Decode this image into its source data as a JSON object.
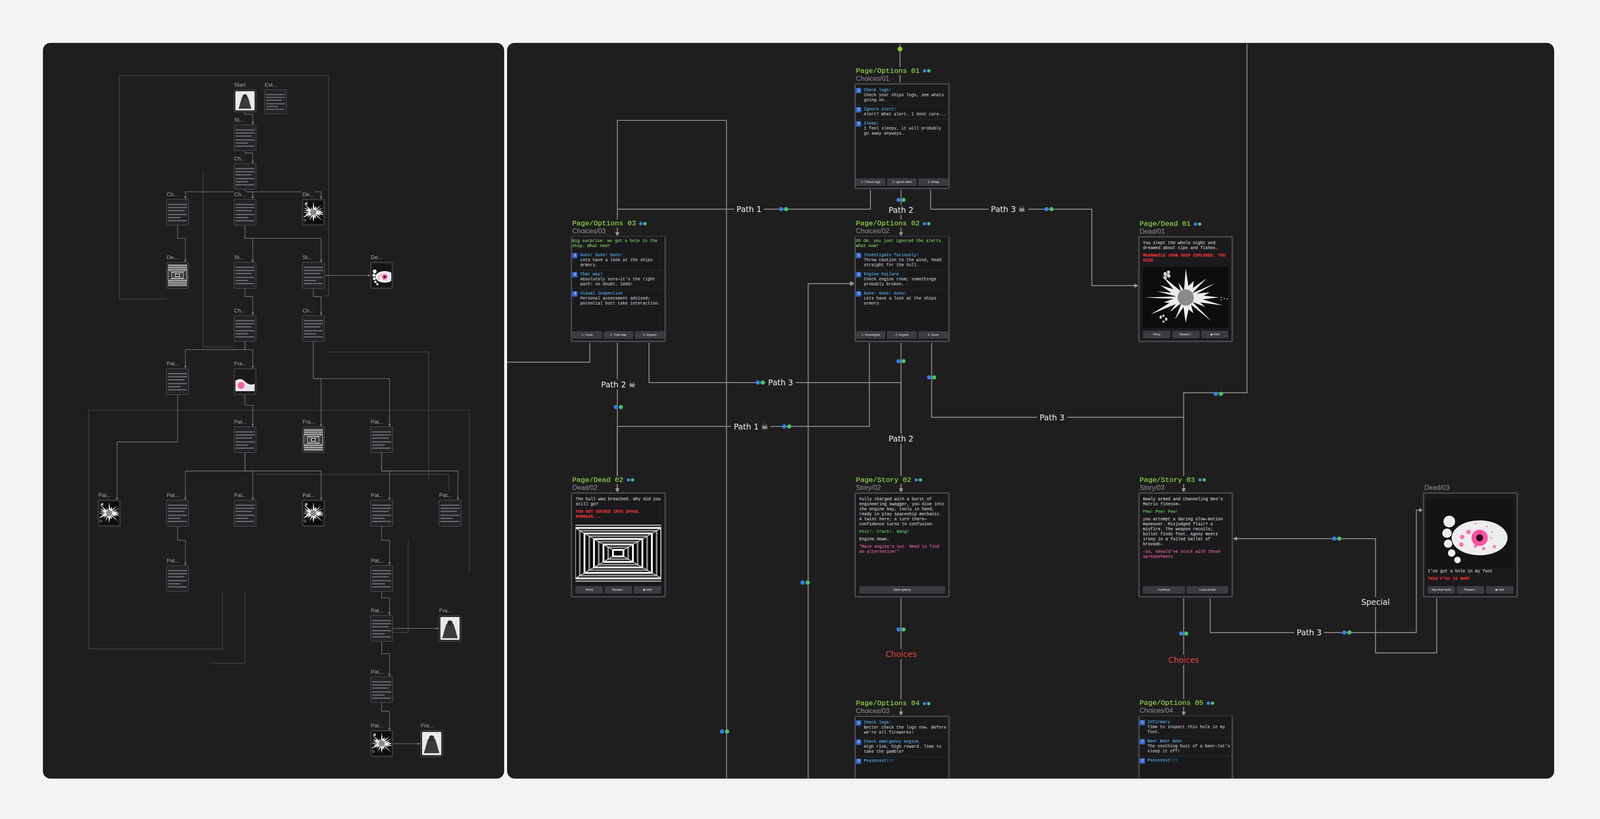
{
  "diagram": {
    "nodes": [
      {
        "text": [
          "Start"
        ]
      },
      {
        "text": [
          "Ext..."
        ]
      },
      {
        "text": [
          "St..."
        ]
      },
      {
        "text": [
          "Ch..."
        ]
      },
      {
        "text": [
          "Ch..."
        ]
      },
      {
        "text": [
          "Ch..."
        ]
      },
      {
        "text": [
          "De..."
        ]
      },
      {
        "text": [
          "De..."
        ]
      },
      {
        "text": [
          "St..."
        ]
      },
      {
        "text": [
          "St..."
        ]
      },
      {
        "text": [
          "De..."
        ]
      },
      {
        "text": [
          "Ch..."
        ]
      },
      {
        "text": [
          "Ch..."
        ]
      },
      {
        "text": [
          "Pat..."
        ]
      },
      {
        "text": [
          "Fra..."
        ]
      },
      {
        "text": [
          "Pat..."
        ]
      },
      {
        "text": [
          "Fra..."
        ]
      },
      {
        "text": [
          "Pat..."
        ]
      },
      {
        "text": [
          "Pat..."
        ]
      },
      {
        "text": [
          "Pat..."
        ]
      },
      {
        "text": [
          "Pat..."
        ]
      },
      {
        "text": [
          "Pat..."
        ]
      },
      {
        "text": [
          "Pat..."
        ]
      },
      {
        "text": [
          "Pat..."
        ]
      },
      {
        "text": [
          "Pat..."
        ]
      },
      {
        "text": [
          "Pat..."
        ]
      },
      {
        "text": [
          "Pat..."
        ]
      },
      {
        "text": [
          "Fra..."
        ]
      },
      {
        "text": [
          "Pat..."
        ]
      },
      {
        "text": [
          "Pat..."
        ]
      },
      {
        "text": [
          "Fra..."
        ]
      },
      {
        "text": [
          "Page/Options 01",
          "Choices/01",
          "1",
          "Check logs:",
          "Check your ships logs, see whats going on.",
          "2",
          "Ignore Alert:",
          "Alert? What alert. I dont care...",
          "3",
          "Sleep:",
          "I feel sleepy, it will probably go away anyways.",
          "1. Check logs",
          "2. Ignore alert",
          "3. Sleep"
        ]
      },
      {
        "text": [
          "Page/Options 03",
          "Choices/03",
          "Big surprise: we got a hole in the ship. What now?",
          "1",
          "Guns! Guns! Guns!",
          "Lets have a look at the ships armory.",
          "2",
          "That way!",
          "Absolutely sure—it's the right path: no doubt. 100%!",
          "3",
          "Visual inspection",
          "Personal assessment advised; potential butt take interaction.",
          "1. Guns",
          "2. That way",
          "3. Inspect"
        ]
      },
      {
        "text": [
          "Page/Options 02",
          "Choices/02",
          "Oh Ok: you just ignored the alerts. What now?",
          "1",
          "Investigate furiously!",
          "Throw caution to the wind, head straight for the hull.",
          "2",
          "Engine Failure",
          "Check engine room; somethings probably broken.",
          "3",
          "Guns! Guns! Guns!",
          "Lets have a look at the ships armory.",
          "1. Investigate",
          "2. Engine",
          "3. Guns"
        ]
      },
      {
        "text": [
          "Page/Dead 01",
          "Dead/01",
          "You slept the whole night and dreamed about tips and fishes.",
          "MEANWHILE YOUR SHIP EXPLODED, YOU DIED",
          "Retry",
          "Restart ↑",
          "◆ Hint"
        ]
      },
      {
        "text": [
          "Page/Dead 02",
          "Dead/02",
          "The hull was breached. Why did you still go?",
          "YOU GOT SUCKED INTO SPACE. DUMBASS...",
          "Retry",
          "Restart ↑",
          "◆ Hint"
        ]
      },
      {
        "text": [
          "Page/Story 02",
          "Story/02",
          "Fully charged with a burst of engineering swagger, you dive into the engine bay, tools in hand, ready to play spaceship mechanic. A twist here; a turn there—confidence turns to confusion.",
          "Psst!- Crack!- Bang!",
          "Engine down.",
          "\"Main engine's out. Need to find an alternative!\"",
          "View options"
        ]
      },
      {
        "text": [
          "Page/Story 03",
          "Story/03",
          "Newly armed and channeling Neo's Matrix finesse—",
          "Pew! Pew! Pew!",
          "you attempt a daring slow-motion maneuver. Misjudged flair? a misfire. The weapon recoils; bullet finds foot. Agony meets irony in a failed ballet of bravado.",
          "—So, should've stuck with those spreadsheets",
          "Continue",
          "Look at foot"
        ]
      },
      {
        "text": [
          "Dead/03",
          "I've got a hole in my foot",
          "THIS F*&% IS HURT",
          "See that hurts",
          "Restart ↑",
          "◆ Hint"
        ]
      },
      {
        "text": [
          "Page/Options 04",
          "Choices/03",
          "1",
          "Check logs:",
          "Better check the logs now. Before we're all fireworks!",
          "2",
          "Check emergency engine",
          "High risk, high reward. Time to take the gamble?",
          "3",
          "Pssssssst!!!"
        ]
      },
      {
        "text": [
          "Page/Options 05",
          "Choices/04",
          "1",
          "Infirmary",
          "Time to inspect this hole in my foot.",
          "2",
          "Beer Beer Beer",
          "The soothing buzz of a beer—let's sleep it off!",
          "3",
          "Pssssssst!!!"
        ]
      }
    ],
    "edges": [
      {
        "from": 0,
        "to": 2,
        "arrow": "to"
      },
      {
        "from": 2,
        "to": 3,
        "arrow": "to"
      },
      {
        "from": 3,
        "to": 4,
        "arrow": "to"
      },
      {
        "from": 3,
        "to": 5,
        "arrow": "to"
      },
      {
        "from": 3,
        "to": 6,
        "arrow": "to"
      },
      {
        "from": 4,
        "to": 7,
        "arrow": "to"
      },
      {
        "from": 5,
        "to": 8,
        "arrow": "to"
      },
      {
        "from": 5,
        "to": 9,
        "arrow": "to"
      },
      {
        "from": 8,
        "to": 11,
        "arrow": "to"
      },
      {
        "from": 9,
        "to": 10,
        "arrow": "to"
      },
      {
        "from": 9,
        "to": 12,
        "arrow": "to"
      },
      {
        "from": 11,
        "to": 13,
        "arrow": "to"
      },
      {
        "from": 11,
        "to": 14,
        "arrow": "to"
      },
      {
        "from": 12,
        "to": 16,
        "arrow": "to"
      },
      {
        "from": 12,
        "to": 17,
        "arrow": "to"
      },
      {
        "from": 13,
        "to": 18,
        "arrow": "to"
      },
      {
        "from": 14,
        "to": 15,
        "arrow": "to"
      },
      {
        "from": 15,
        "to": 19,
        "arrow": "to"
      },
      {
        "from": 15,
        "to": 20,
        "arrow": "to"
      },
      {
        "from": 15,
        "to": 21,
        "arrow": "to"
      },
      {
        "from": 17,
        "to": 22,
        "arrow": "to"
      },
      {
        "from": 17,
        "to": 23,
        "arrow": "to"
      },
      {
        "from": 19,
        "to": 24,
        "arrow": "to"
      },
      {
        "from": 22,
        "to": 25,
        "arrow": "to"
      },
      {
        "from": 25,
        "to": 26,
        "arrow": "to"
      },
      {
        "from": 26,
        "to": 27,
        "arrow": "to"
      },
      {
        "from": 26,
        "to": 28,
        "arrow": "to"
      },
      {
        "from": 28,
        "to": 29,
        "arrow": "to"
      },
      {
        "from": 29,
        "to": 30,
        "arrow": "to"
      },
      {
        "from": 31,
        "to": 32,
        "label": "Path 1",
        "arrow": "to"
      },
      {
        "from": 31,
        "to": 33,
        "label": "Path 2",
        "arrow": "to"
      },
      {
        "from": 31,
        "to": 34,
        "label": "Path 3 ☠",
        "arrow": "to"
      },
      {
        "from": 32,
        "to": 35,
        "label": "Path 2 ☠",
        "arrow": "to"
      },
      {
        "from": 32,
        "to": 36,
        "label": "Path 3",
        "arrow": "to"
      },
      {
        "from": 33,
        "to": 35,
        "label": "Path 1 ☠",
        "arrow": "to"
      },
      {
        "from": 33,
        "to": 36,
        "label": "Path 2",
        "arrow": "to"
      },
      {
        "from": 33,
        "to": 37,
        "label": "Path 3",
        "arrow": "to"
      },
      {
        "from": 36,
        "to": 39,
        "label": "Choices",
        "arrow": "to"
      },
      {
        "from": 37,
        "to": 40,
        "label": "Choices",
        "arrow": "to"
      },
      {
        "from": 37,
        "to": 38,
        "label": "Path 3",
        "arrow": "to"
      },
      {
        "from": 38,
        "to": 37,
        "label": "Special",
        "arrow": "to"
      }
    ]
  }
}
